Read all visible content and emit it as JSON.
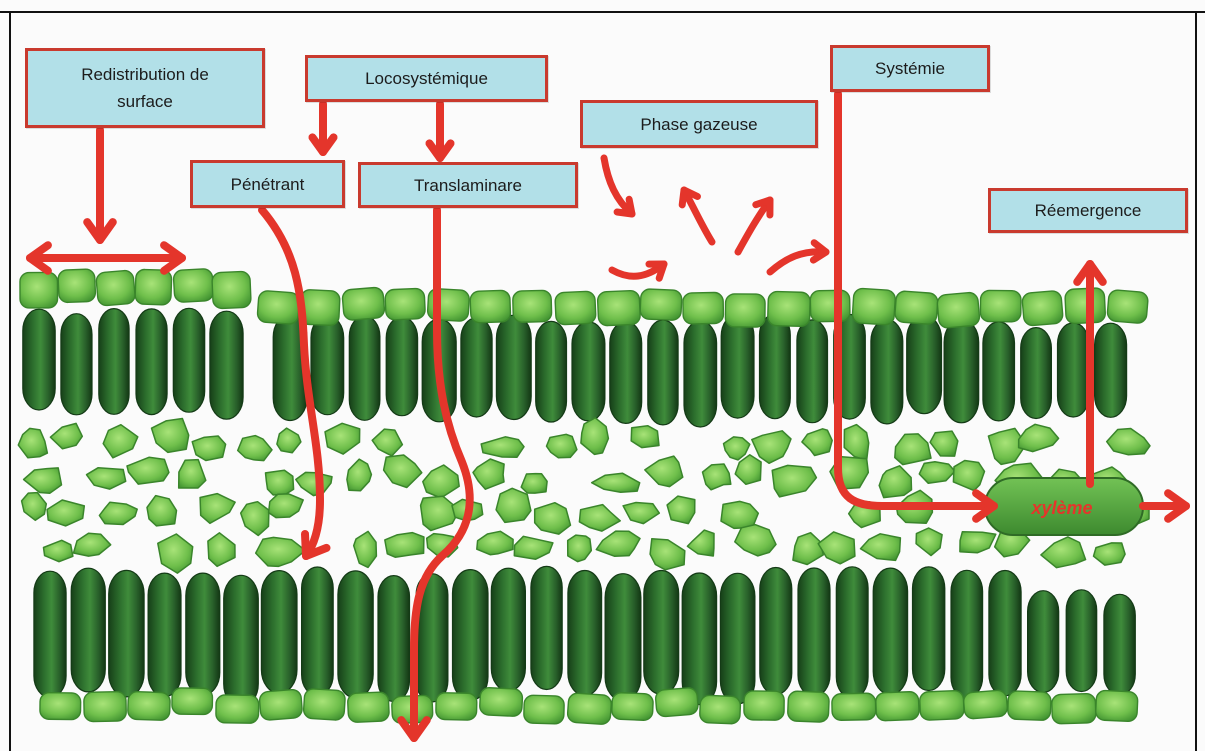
{
  "diagram": {
    "labels": {
      "redistribution_line1": "Redistribution de",
      "redistribution_line2": "surface",
      "locosystemique": "Locosystémique",
      "systemie": "Systémie",
      "phase_gazeuse": "Phase gazeuse",
      "penetrant": "Pénétrant",
      "translaminare": "Translaminare",
      "reemergence": "Réemergence",
      "xyleme": "xylème"
    },
    "colors": {
      "arrow": "#e4352b",
      "label_fill": "#b2e0e8",
      "label_border": "#c93a2e",
      "xylem_text": "#e4352b"
    }
  }
}
